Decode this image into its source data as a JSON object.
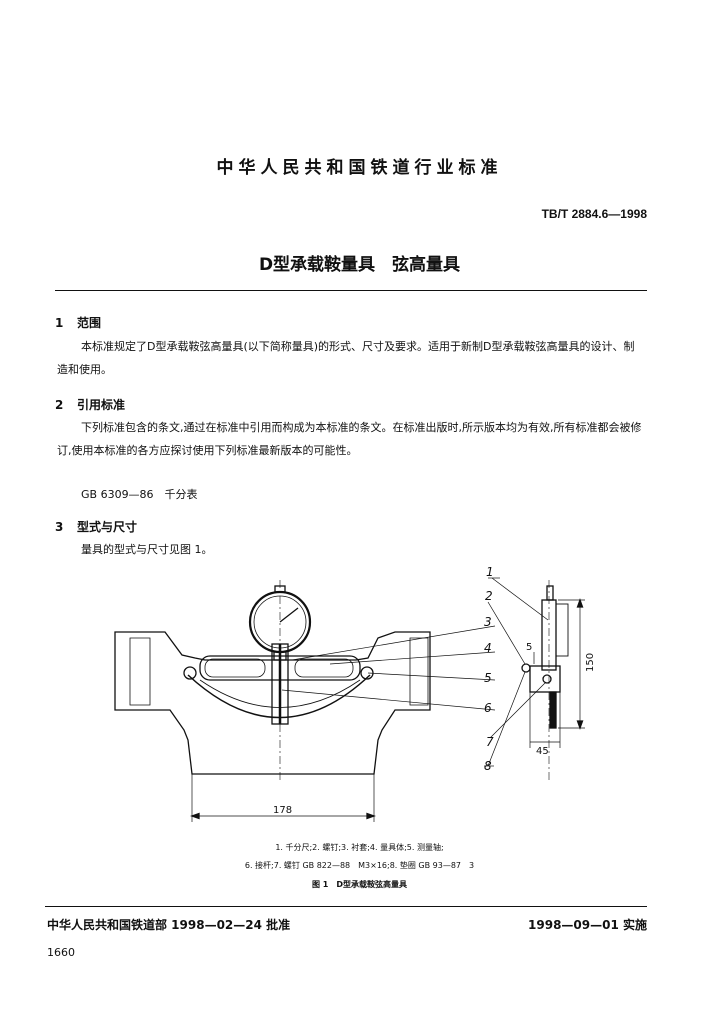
{
  "header": {
    "org_title": "中华人民共和国铁道行业标准",
    "std_number": "TB/T 2884.6—1998",
    "doc_title": "D型承载鞍量具　弦高量具"
  },
  "sections": [
    {
      "num": "1",
      "title": "范围",
      "paragraphs": [
        "本标准规定了D型承载鞍弦高量具(以下简称量具)的形式、尺寸及要求。适用于新制D型承载鞍弦高量具的设计、制造和使用。"
      ]
    },
    {
      "num": "2",
      "title": "引用标准",
      "paragraphs": [
        "下列标准包含的条文,通过在标准中引用而构成为本标准的条文。在标准出版时,所示版本均为有效,所有标准都会被修订,使用本标准的各方应探讨使用下列标准最新版本的可能性。"
      ],
      "reference": "GB 6309—86　千分表"
    },
    {
      "num": "3",
      "title": "型式与尺寸",
      "paragraphs": [
        "量具的型式与尺寸见图 1。"
      ]
    }
  ],
  "figure": {
    "callouts": [
      "1",
      "2",
      "3",
      "4",
      "5",
      "6",
      "7",
      "8"
    ],
    "dimensions": {
      "width_main": "178",
      "height_side": "150",
      "width_side": "45",
      "small": "5"
    },
    "legend_line1": "1. 千分尺;2. 螺钉;3. 衬套;4. 量具体;5. 测量轴;",
    "legend_line2": "6. 接杆;7. 螺钉 GB 822—88　M3×16;8. 垫圈 GB 93—87　3",
    "caption": "图 1　D型承载鞍弦高量具"
  },
  "footer": {
    "approval": "中华人民共和国铁道部 1998—02—24 批准",
    "implementation": "1998—09—01 实施",
    "page_number": "1660"
  }
}
